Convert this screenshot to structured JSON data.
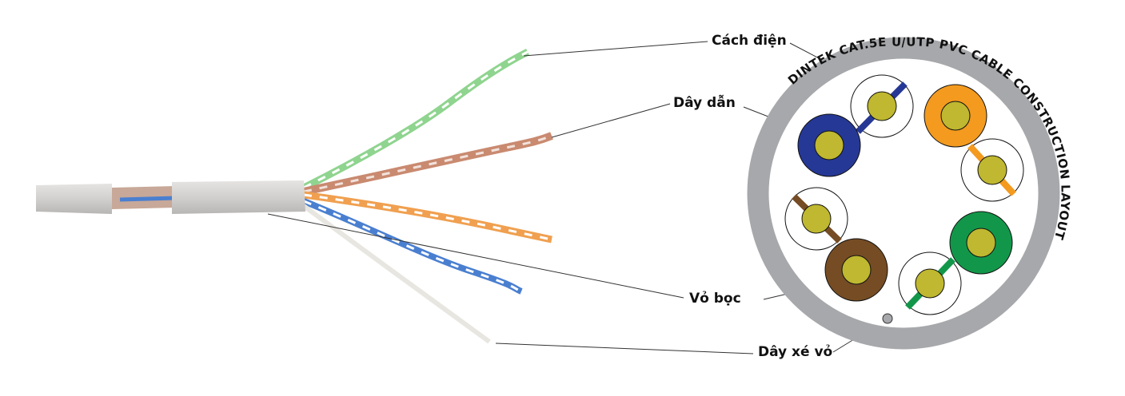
{
  "labels": {
    "insulation": "Cách điện",
    "conductor": "Dây dẫn",
    "jacket": "Vỏ bọc",
    "ripcord": "Dây xé vỏ"
  },
  "ring_text": "DINTEK CAT.5E U/UTP PVC CABLE CONSTRUCTION LAYOUT",
  "colors": {
    "jacket": "#a7a8ab",
    "conductor": "#bfb830",
    "blue": "#263895",
    "orange": "#f39a1f",
    "green": "#12974a",
    "brown": "#754c24"
  }
}
